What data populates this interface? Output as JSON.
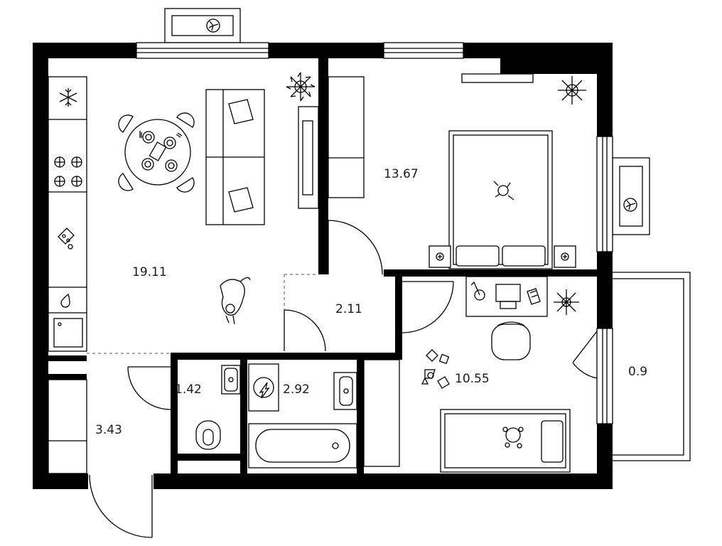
{
  "plan": {
    "rooms": {
      "living_kitchen": {
        "area": "19.11"
      },
      "bedroom": {
        "area": "13.67"
      },
      "hall": {
        "area": "2.11"
      },
      "kids_room": {
        "area": "10.55"
      },
      "wc": {
        "area": "1.42"
      },
      "bathroom": {
        "area": "2.92"
      },
      "entrance": {
        "area": "3.43"
      },
      "balcony": {
        "area": "0.9"
      }
    },
    "icons": [
      "plant-icon",
      "dining-table-icon",
      "sofa-icon",
      "tv-icon",
      "double-bed-icon",
      "bed-pillow-icon",
      "teddy-bear-icon",
      "nightstand-icon",
      "desk-icon",
      "laptop-icon",
      "desk-lamp-icon",
      "book-icon",
      "office-chair-icon",
      "toy-blocks-icon",
      "single-bed-icon",
      "toy-icon",
      "cat-icon",
      "stove-icon",
      "freezer-icon",
      "kitchen-sink-icon",
      "washing-machine-icon",
      "bathtub-icon",
      "washbasin-icon",
      "toilet-icon",
      "air-conditioner-icon",
      "radiator-icon"
    ]
  }
}
